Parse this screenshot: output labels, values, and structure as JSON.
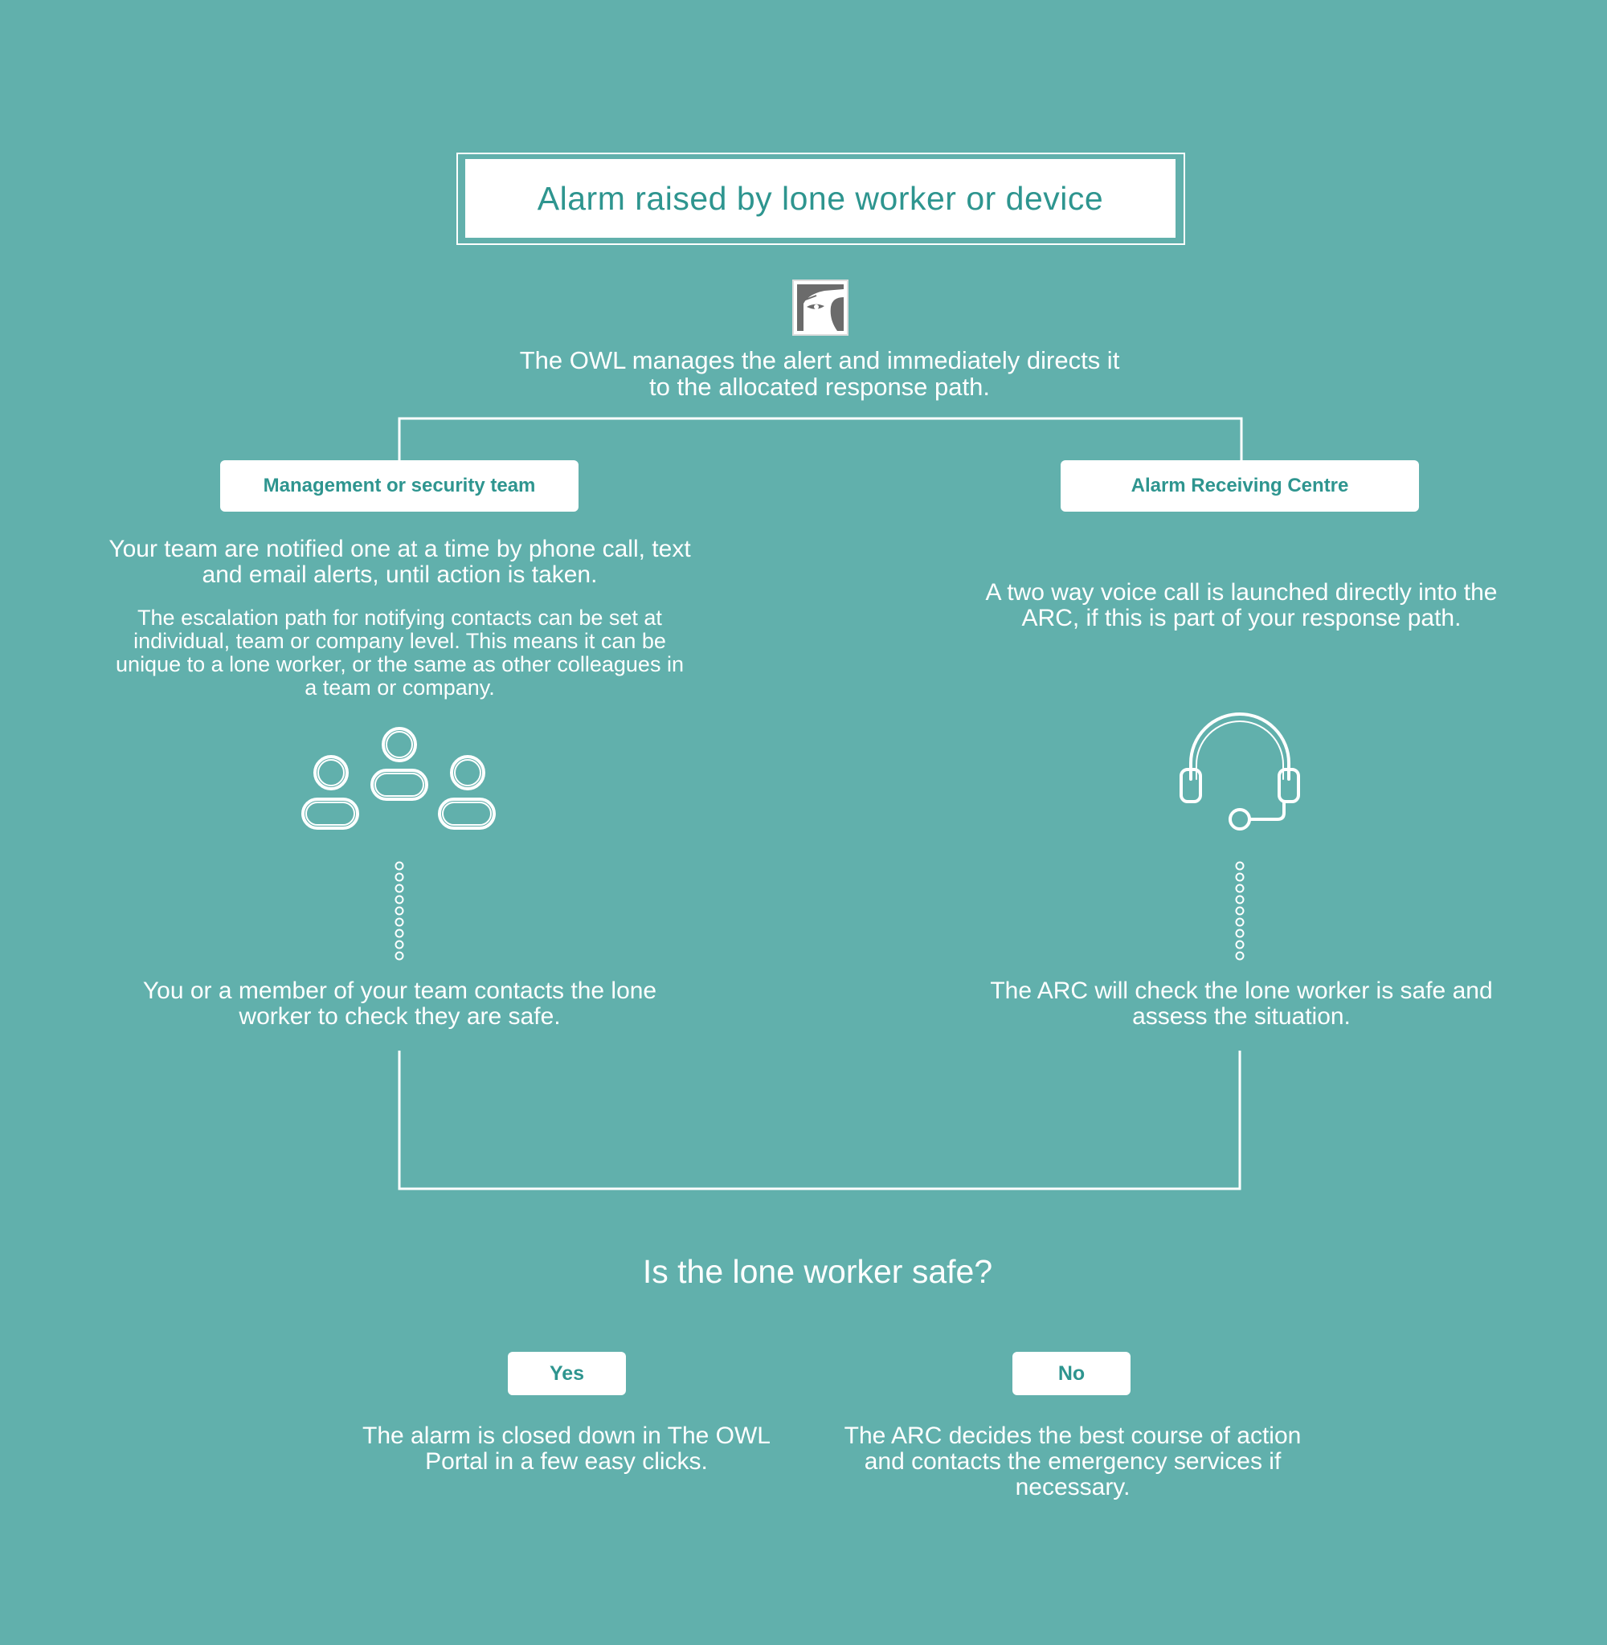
{
  "colors": {
    "background": "#61b0ac",
    "accent_text": "#2e958f",
    "line": "#ffffff"
  },
  "header": {
    "title": "Alarm raised by lone worker or device"
  },
  "owl": {
    "icon": "owl-logo-icon",
    "description": "The OWL manages the alert and immediately directs it to the allocated response path."
  },
  "management": {
    "label": "Management or security team",
    "notify_text": "Your team are notified one at a time by phone call, text and email alerts, until action is taken.",
    "escalation_text": "The escalation path for notifying contacts can be set at individual, team or company level. This means it can be unique to a lone worker, or the same as other colleagues in a team or company.",
    "icon": "team-people-icon",
    "outcome_text": "You or a member of your team contacts the lone worker to check they are safe."
  },
  "arc": {
    "label": "Alarm Receiving Centre",
    "call_text": "A two way voice call is launched directly into the ARC, if this is part of your response path.",
    "icon": "headset-icon",
    "outcome_text": "The ARC will check the lone worker is safe and assess the situation."
  },
  "decision": {
    "question": "Is the lone worker safe?",
    "yes_label": "Yes",
    "yes_text": "The alarm is closed down in The OWL Portal in a few easy clicks.",
    "no_label": "No",
    "no_text": "The ARC decides the best course of action and contacts the emergency services if necessary."
  }
}
